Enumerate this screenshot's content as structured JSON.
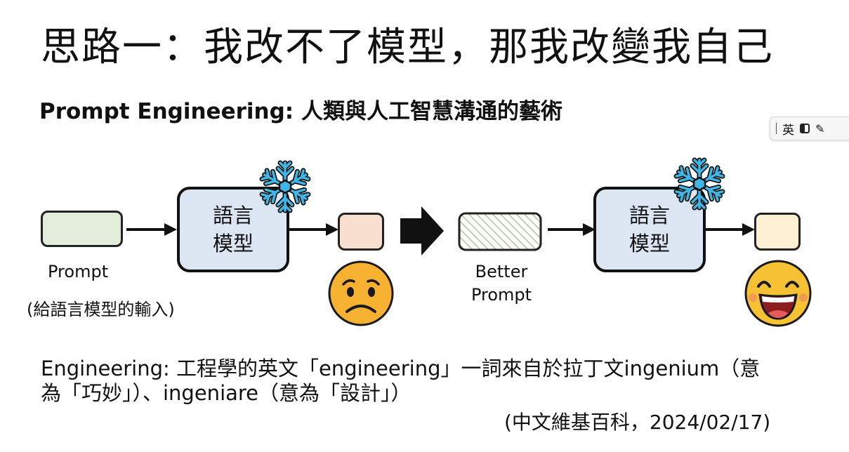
{
  "slide": {
    "title": "思路一：我改不了模型，那我改變我自己",
    "subtitle": "Prompt Engineering: 人類與人工智慧溝通的藝術"
  },
  "ime_toolbar": {
    "lang_label": "英"
  },
  "diagram": {
    "left": {
      "input_label_1": "Prompt",
      "input_label_2": "(給語言模型的輸入)",
      "model_line_1": "語言",
      "model_line_2": "模型",
      "output_emoji": "sad-face"
    },
    "right": {
      "input_label_1": "Better",
      "input_label_2": "Prompt",
      "model_line_1": "語言",
      "model_line_2": "模型",
      "output_emoji": "laughing-face"
    },
    "colors": {
      "prompt_fill": "#e2ecd8",
      "model_fill": "#dce6f3",
      "bad_output_fill": "#f8dfcf",
      "good_output_fill": "#fcefd2",
      "hatch_green": "#a8c79a",
      "snowflake_blue": "#3fb7e6"
    }
  },
  "footer": {
    "desc_line_1": "Engineering: 工程學的英文「engineering」一詞來自於拉丁文ingenium（意",
    "desc_line_2": "為「巧妙」）、ingeniare（意為「設計」）",
    "citation": "(中文維基百科，2024/02/17)"
  }
}
